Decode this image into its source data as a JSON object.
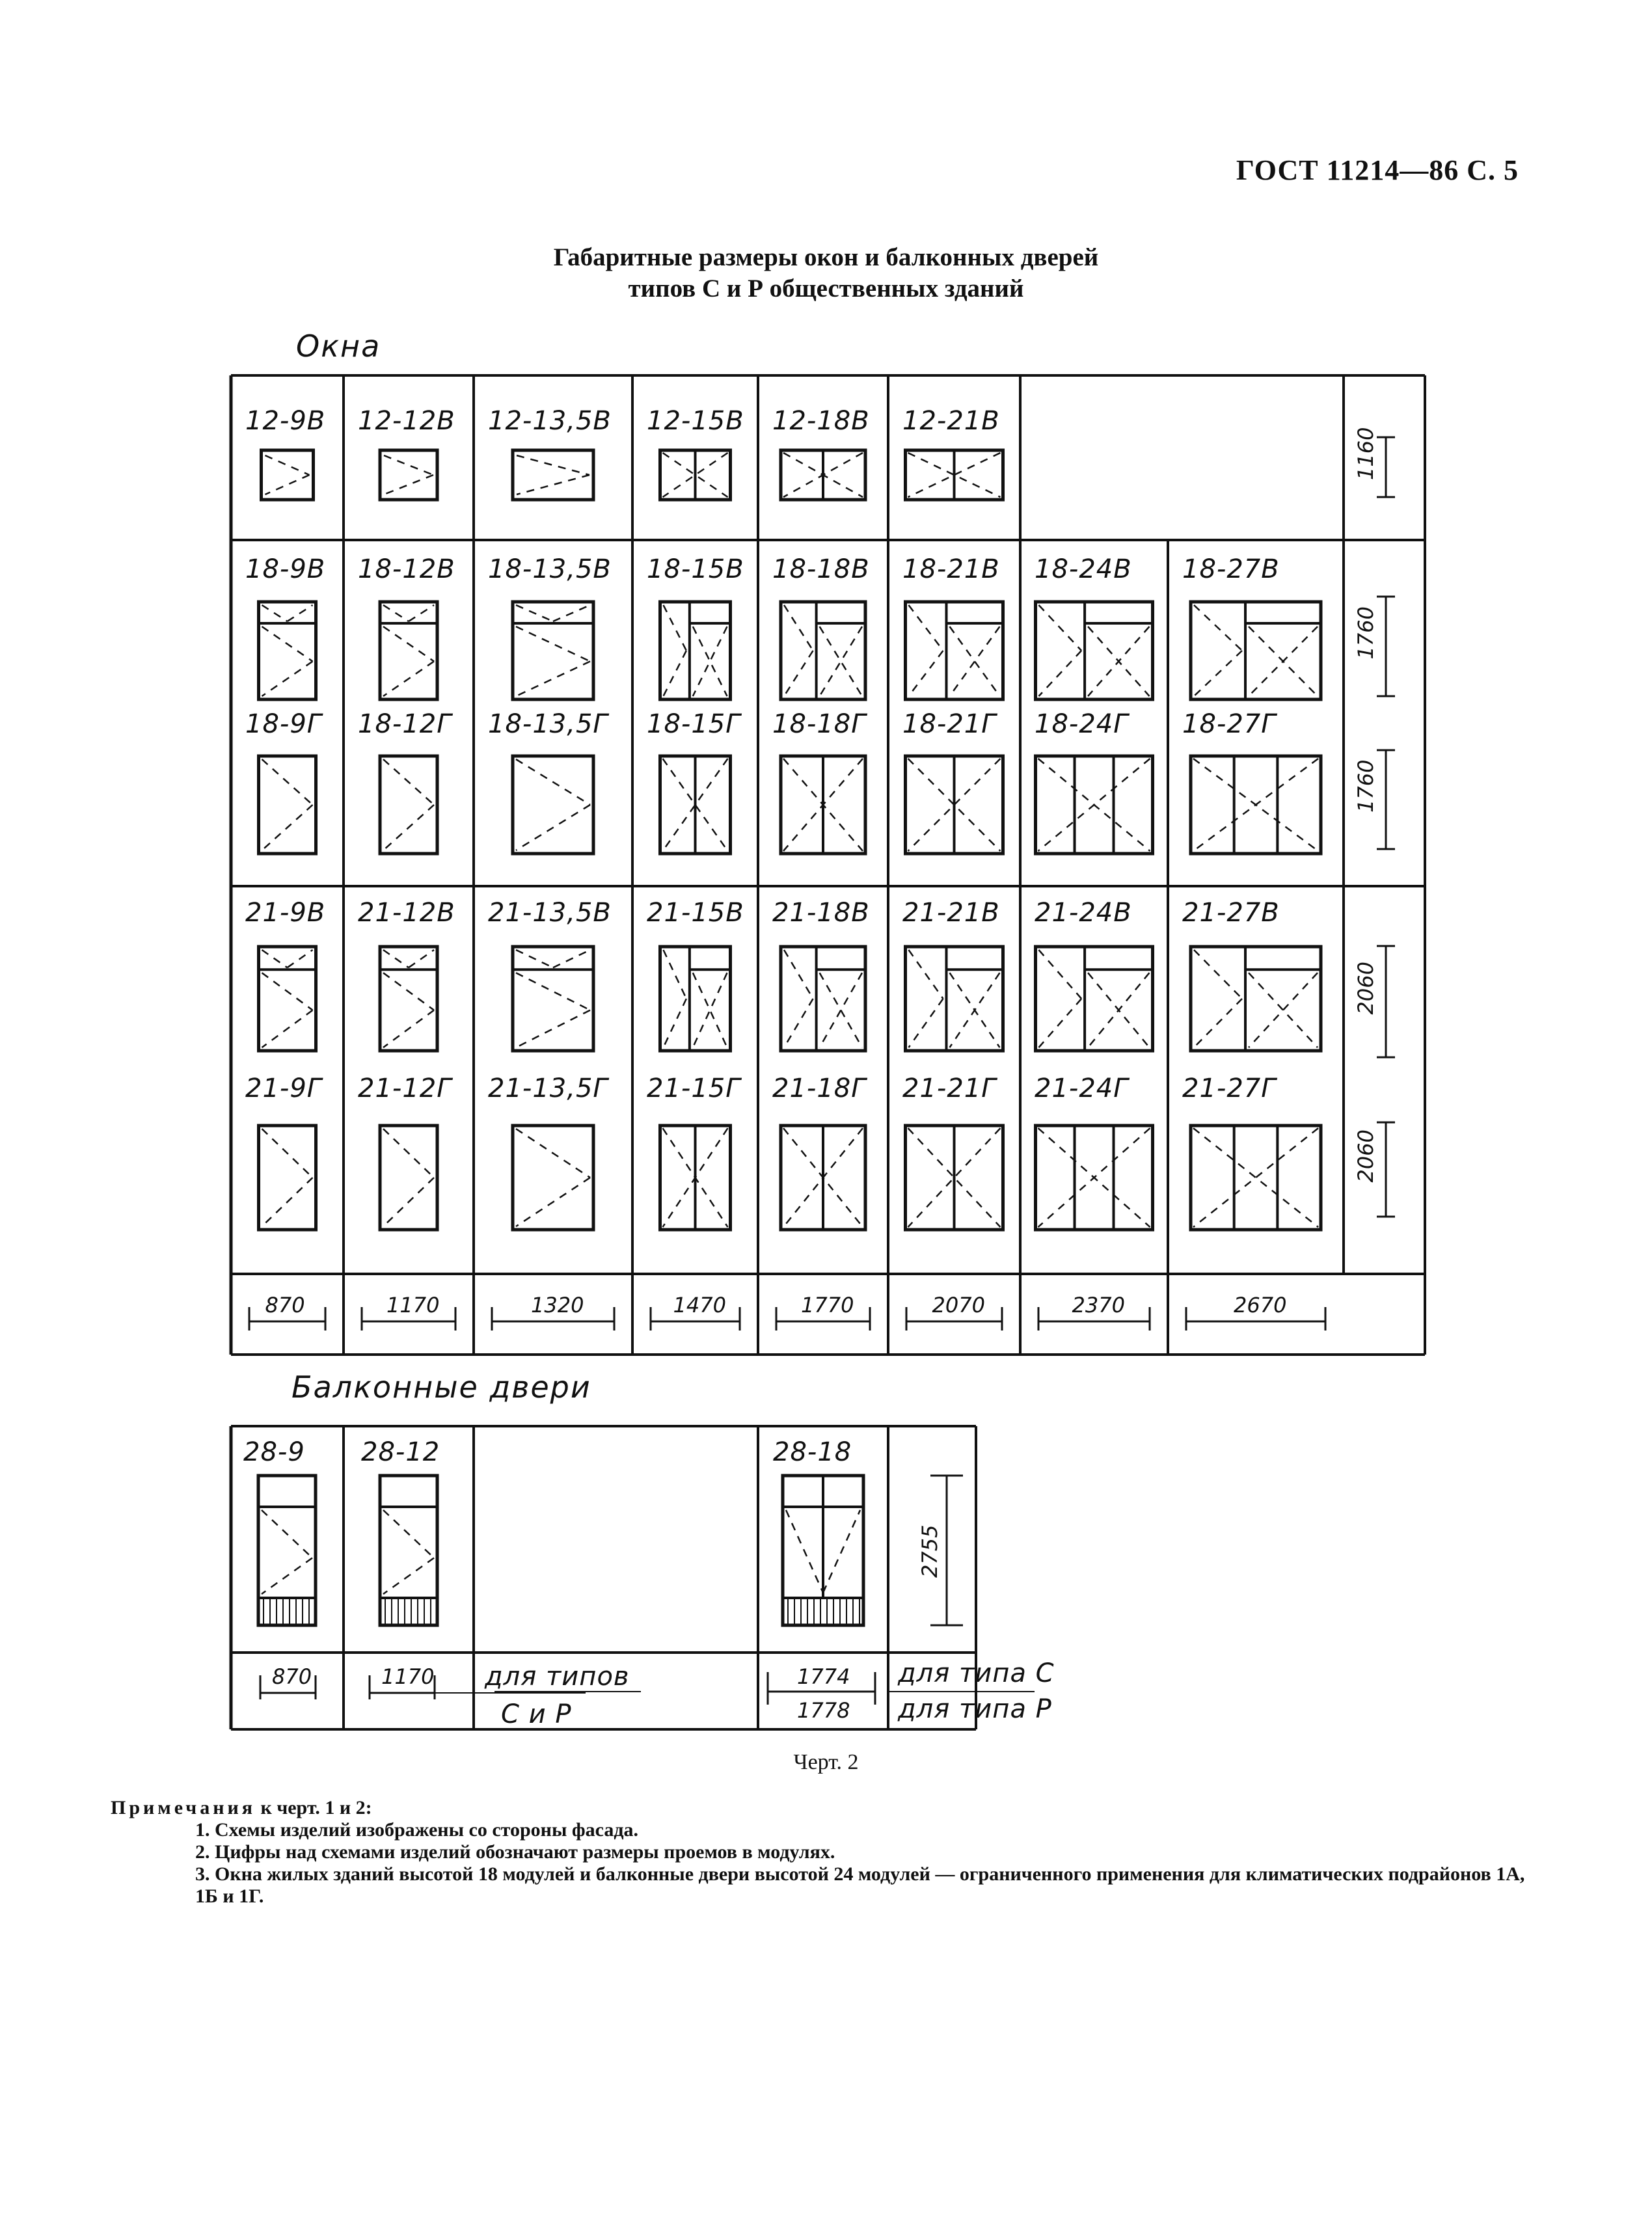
{
  "header": "ГОСТ 11214—86 С. 5",
  "title": [
    "Габаритные размеры окон и балконных дверей",
    "типов С и Р общественных зданий"
  ],
  "sections": {
    "windows": "Окна",
    "doors": "Балконные двери"
  },
  "windows": {
    "row12": [
      "12-9В",
      "12-12В",
      "12-13,5В",
      "12-15В",
      "12-18В",
      "12-21В"
    ],
    "row18B": [
      "18-9В",
      "18-12В",
      "18-13,5В",
      "18-15В",
      "18-18В",
      "18-21В",
      "18-24В",
      "18-27В"
    ],
    "row18G": [
      "18-9Г",
      "18-12Г",
      "18-13,5Г",
      "18-15Г",
      "18-18Г",
      "18-21Г",
      "18-24Г",
      "18-27Г"
    ],
    "row21B": [
      "21-9В",
      "21-12В",
      "21-13,5В",
      "21-15В",
      "21-18В",
      "21-21В",
      "21-24В",
      "21-27В"
    ],
    "row21G": [
      "21-9Г",
      "21-12Г",
      "21-13,5Г",
      "21-15Г",
      "21-18Г",
      "21-21Г",
      "21-24Г",
      "21-27Г"
    ],
    "heights": [
      "1160",
      "1760",
      "1760",
      "2060",
      "2060"
    ],
    "widths": [
      "870",
      "1170",
      "1320",
      "1470",
      "1770",
      "2070",
      "2370",
      "2670"
    ]
  },
  "doors": {
    "codes": [
      "28-9",
      "28-12",
      "28-18"
    ],
    "height": "2755",
    "widths": [
      "870",
      "1170"
    ],
    "note_types": "для типов",
    "note_types_cp": "С и Р",
    "width18_c": "1774",
    "width18_p": "1778",
    "for_type_c": "для типа С",
    "for_type_p": "для типа Р"
  },
  "caption": "Черт. 2",
  "notes": {
    "heading": "Примечания",
    "heading_rest": " к черт. 1 и 2:",
    "items": [
      "1. Схемы изделий изображены со стороны фасада.",
      "2. Цифры над схемами изделий обозначают размеры проемов в модулях.",
      "3. Окна жилых зданий высотой 18 модулей и балконные двери высотой 24 модулей — ограниченного применения для климатических подрайонов 1А, 1Б и 1Г."
    ]
  }
}
